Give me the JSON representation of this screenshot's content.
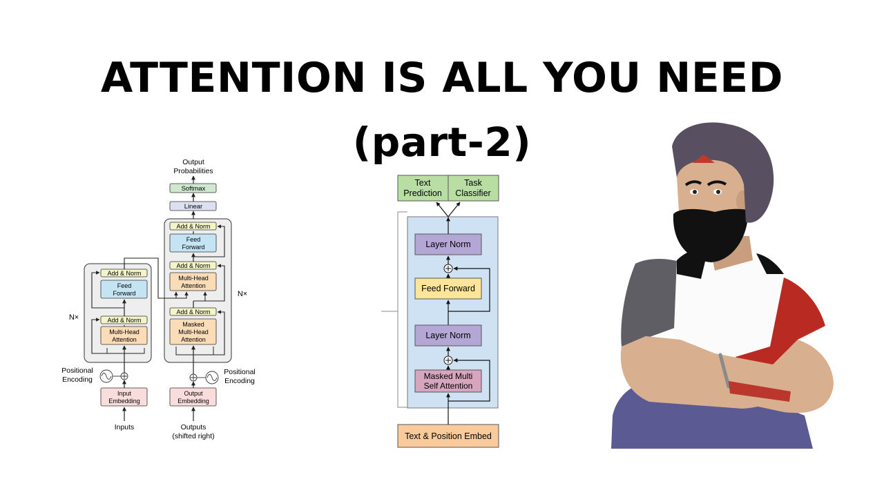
{
  "title_line1": "ATTENTION IS ALL YOU NEED",
  "title_line2": "(part-2)",
  "transformer": {
    "output_probabilities": [
      "Output",
      "Probabilities"
    ],
    "softmax": "Softmax",
    "linear": "Linear",
    "add_norm": "Add & Norm",
    "feed_forward": [
      "Feed",
      "Forward"
    ],
    "multi_head": [
      "Multi-Head",
      "Attention"
    ],
    "masked_multi_head": [
      "Masked",
      "Multi-Head",
      "Attention"
    ],
    "nx": "N×",
    "positional_encoding": [
      "Positional",
      "Encoding"
    ],
    "input_embedding": [
      "Input",
      "Embedding"
    ],
    "output_embedding": [
      "Output",
      "Embedding"
    ],
    "inputs": "Inputs",
    "outputs": [
      "Outputs",
      "(shifted right)"
    ]
  },
  "gpt": {
    "text_prediction": [
      "Text",
      "Prediction"
    ],
    "task_classifier": [
      "Task",
      "Classifier"
    ],
    "layer_norm": "Layer Norm",
    "feed_forward": "Feed Forward",
    "masked_self_attention": [
      "Masked Multi",
      "Self Attention"
    ],
    "embed": "Text & Position Embed"
  },
  "colors": {
    "softmax": "#cfe8cf",
    "linear": "#dde0f0",
    "add_norm": "#f3f5c8",
    "feed_forward": "#c4e4f4",
    "attention": "#fbdcb8",
    "embedding": "#f9dcdc",
    "block_bg": "#eeeeee",
    "gpt_bg": "#cfe2f3",
    "gpt_head": "#b9dea3",
    "gpt_layer_norm": "#b4a7d6",
    "gpt_ff": "#ffe599",
    "gpt_attn": "#d5a6bd",
    "gpt_embed": "#f9cb9c",
    "turban": "#585060",
    "beard": "#111111",
    "skin": "#d8b090",
    "shirt_grey": "#5f5e64",
    "shirt_red": "#b82a22",
    "pants": "#5b5a92"
  }
}
